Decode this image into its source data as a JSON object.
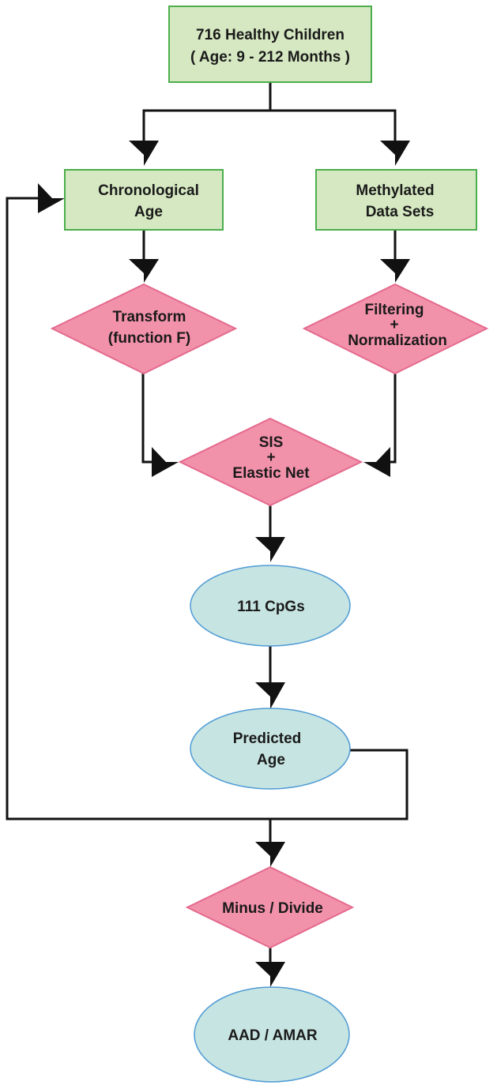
{
  "nodes": {
    "start": {
      "line1": "716 Healthy Children",
      "line2": "( Age: 9 - 212 Months )"
    },
    "chrono": {
      "line1": "Chronological",
      "line2": "Age"
    },
    "methyl": {
      "line1": "Methylated",
      "line2": "Data Sets"
    },
    "transform": {
      "line1": "Transform",
      "line2": "(function F)"
    },
    "filtering": {
      "line1": "Filtering",
      "line2": "+",
      "line3": "Normalization"
    },
    "sis": {
      "line1": "SIS",
      "line2": "+",
      "line3": "Elastic Net"
    },
    "cpgs": {
      "line1": "111 CpGs"
    },
    "predicted": {
      "line1": "Predicted",
      "line2": "Age"
    },
    "minus": {
      "line1": "Minus / Divide"
    },
    "aad": {
      "line1": "AAD / AMAR"
    }
  },
  "colors": {
    "box_fill": "#d5e8c1",
    "diamond_fill": "#f291aa",
    "ellipse_fill": "#c6e4e1",
    "arrow": "#111111"
  }
}
